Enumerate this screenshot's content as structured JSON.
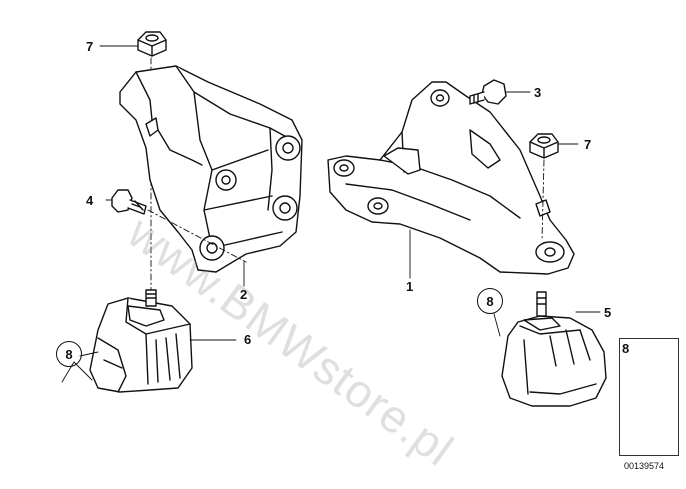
{
  "watermark": "www.BMWstore.pl",
  "diagram_id": "00139574",
  "callouts": {
    "c1": "1",
    "c2": "2",
    "c3": "3",
    "c4": "4",
    "c5": "5",
    "c6": "6",
    "c7a": "7",
    "c7b": "7",
    "c8a": "8",
    "c8b": "8",
    "c8legend": "8"
  }
}
